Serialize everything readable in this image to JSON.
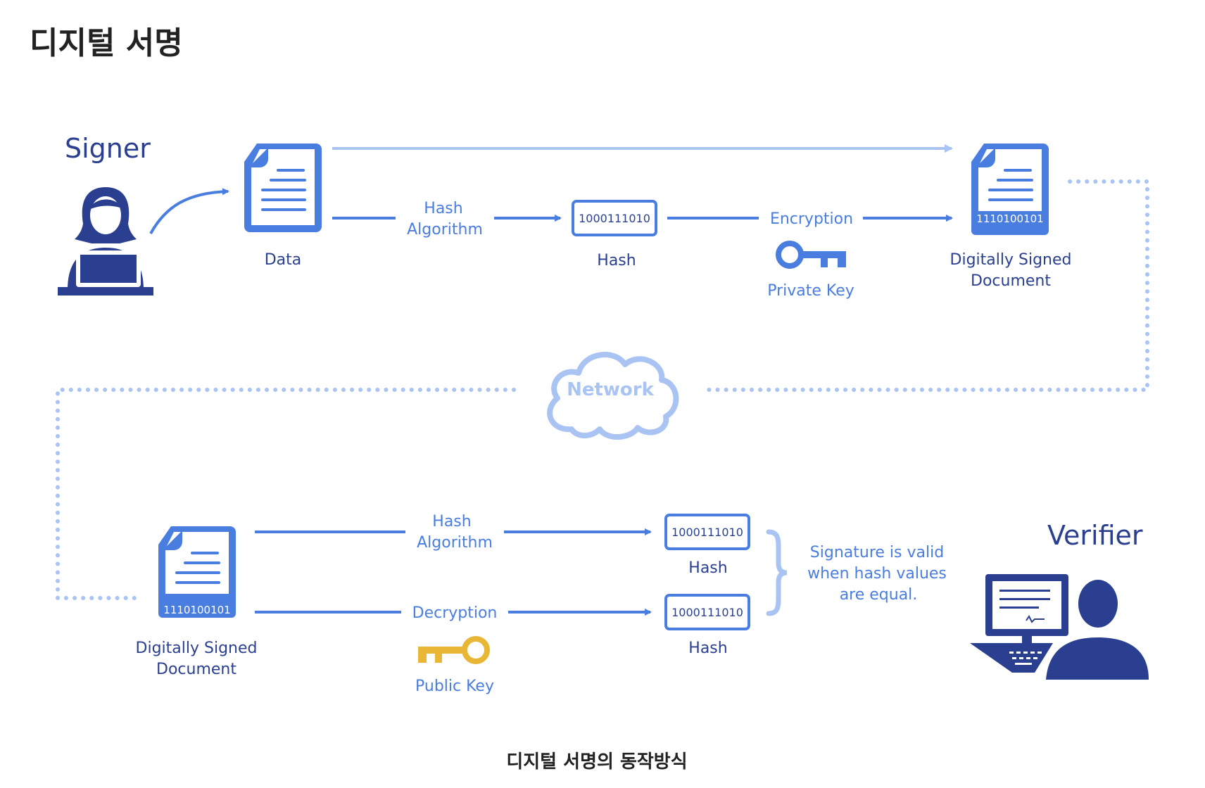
{
  "page": {
    "title": "디지털 서명",
    "caption": "디지털 서명의 동작방식"
  },
  "colors": {
    "blue": "#4a7de0",
    "light_blue": "#a9c4f2",
    "navy": "#2a3f8f",
    "gold": "#e9b735",
    "text_dark": "#222222"
  },
  "signer": {
    "label": "Signer",
    "icon": "person-at-laptop-icon"
  },
  "top_flow": {
    "data_label": "Data",
    "hash_algorithm_line1": "Hash",
    "hash_algorithm_line2": "Algorithm",
    "hash_value": "1000111010",
    "hash_label": "Hash",
    "encryption_label": "Encryption",
    "private_key_label": "Private Key",
    "signed_doc_value": "1110100101",
    "signed_doc_line1": "Digitally Signed",
    "signed_doc_line2": "Document"
  },
  "network": {
    "label": "Network",
    "icon": "cloud-icon"
  },
  "bottom_flow": {
    "signed_doc_value": "1110100101",
    "signed_doc_line1": "Digitally Signed",
    "signed_doc_line2": "Document",
    "hash_algorithm_line1": "Hash",
    "hash_algorithm_line2": "Algorithm",
    "decryption_label": "Decryption",
    "public_key_label": "Public Key",
    "hash1_value": "1000111010",
    "hash1_label": "Hash",
    "hash2_value": "1000111010",
    "hash2_label": "Hash",
    "validity_line1": "Signature is valid",
    "validity_line2": "when hash values",
    "validity_line3": "are equal."
  },
  "verifier": {
    "label": "Verifier",
    "icon": "person-at-computer-icon"
  }
}
